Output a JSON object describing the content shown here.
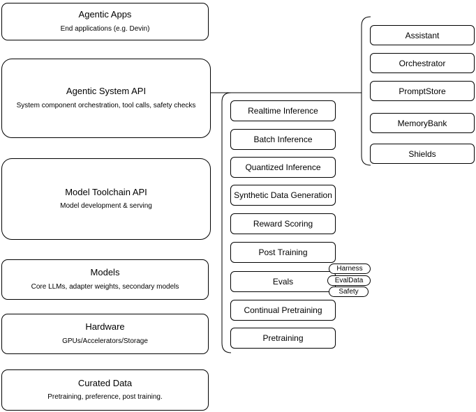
{
  "diagram": {
    "stack": [
      {
        "title": "Agentic Apps",
        "subtitle": "End applications (e.g. Devin)"
      },
      {
        "title": "Agentic System API",
        "subtitle": "System component orchestration, tool calls, safety checks"
      },
      {
        "title": "Model Toolchain API",
        "subtitle": "Model development & serving"
      },
      {
        "title": "Models",
        "subtitle": "Core LLMs, adapter weights, secondary models"
      },
      {
        "title": "Hardware",
        "subtitle": "GPUs/Accelerators/Storage"
      },
      {
        "title": "Curated Data",
        "subtitle": "Pretraining, preference, post training."
      }
    ],
    "toolchain_components": [
      {
        "label": "Realtime Inference"
      },
      {
        "label": "Batch Inference"
      },
      {
        "label": "Quantized Inference"
      },
      {
        "label": "Synthetic Data Generation"
      },
      {
        "label": "Reward Scoring"
      },
      {
        "label": "Post Training"
      },
      {
        "label": "Evals"
      },
      {
        "label": "Continual Pretraining"
      },
      {
        "label": "Pretraining"
      }
    ],
    "evals_tags": [
      {
        "label": "Harness"
      },
      {
        "label": "EvalData"
      },
      {
        "label": "Safety"
      }
    ],
    "system_components": [
      {
        "label": "Assistant"
      },
      {
        "label": "Orchestrator"
      },
      {
        "label": "PromptStore"
      },
      {
        "label": "MemoryBank"
      },
      {
        "label": "Shields"
      }
    ],
    "colors": {
      "stroke": "#000000",
      "fill": "#ffffff",
      "text": "#000000"
    }
  }
}
